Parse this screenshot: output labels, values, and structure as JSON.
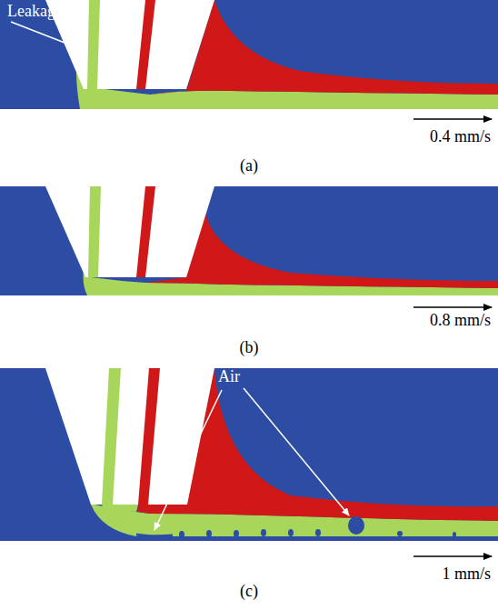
{
  "diagram": {
    "labels": [
      "Leakage",
      "0.4 mm/s",
      "(a)",
      "0.8 mm/s",
      "(b)",
      "Air",
      "1 mm/s",
      "(c)"
    ]
  }
}
